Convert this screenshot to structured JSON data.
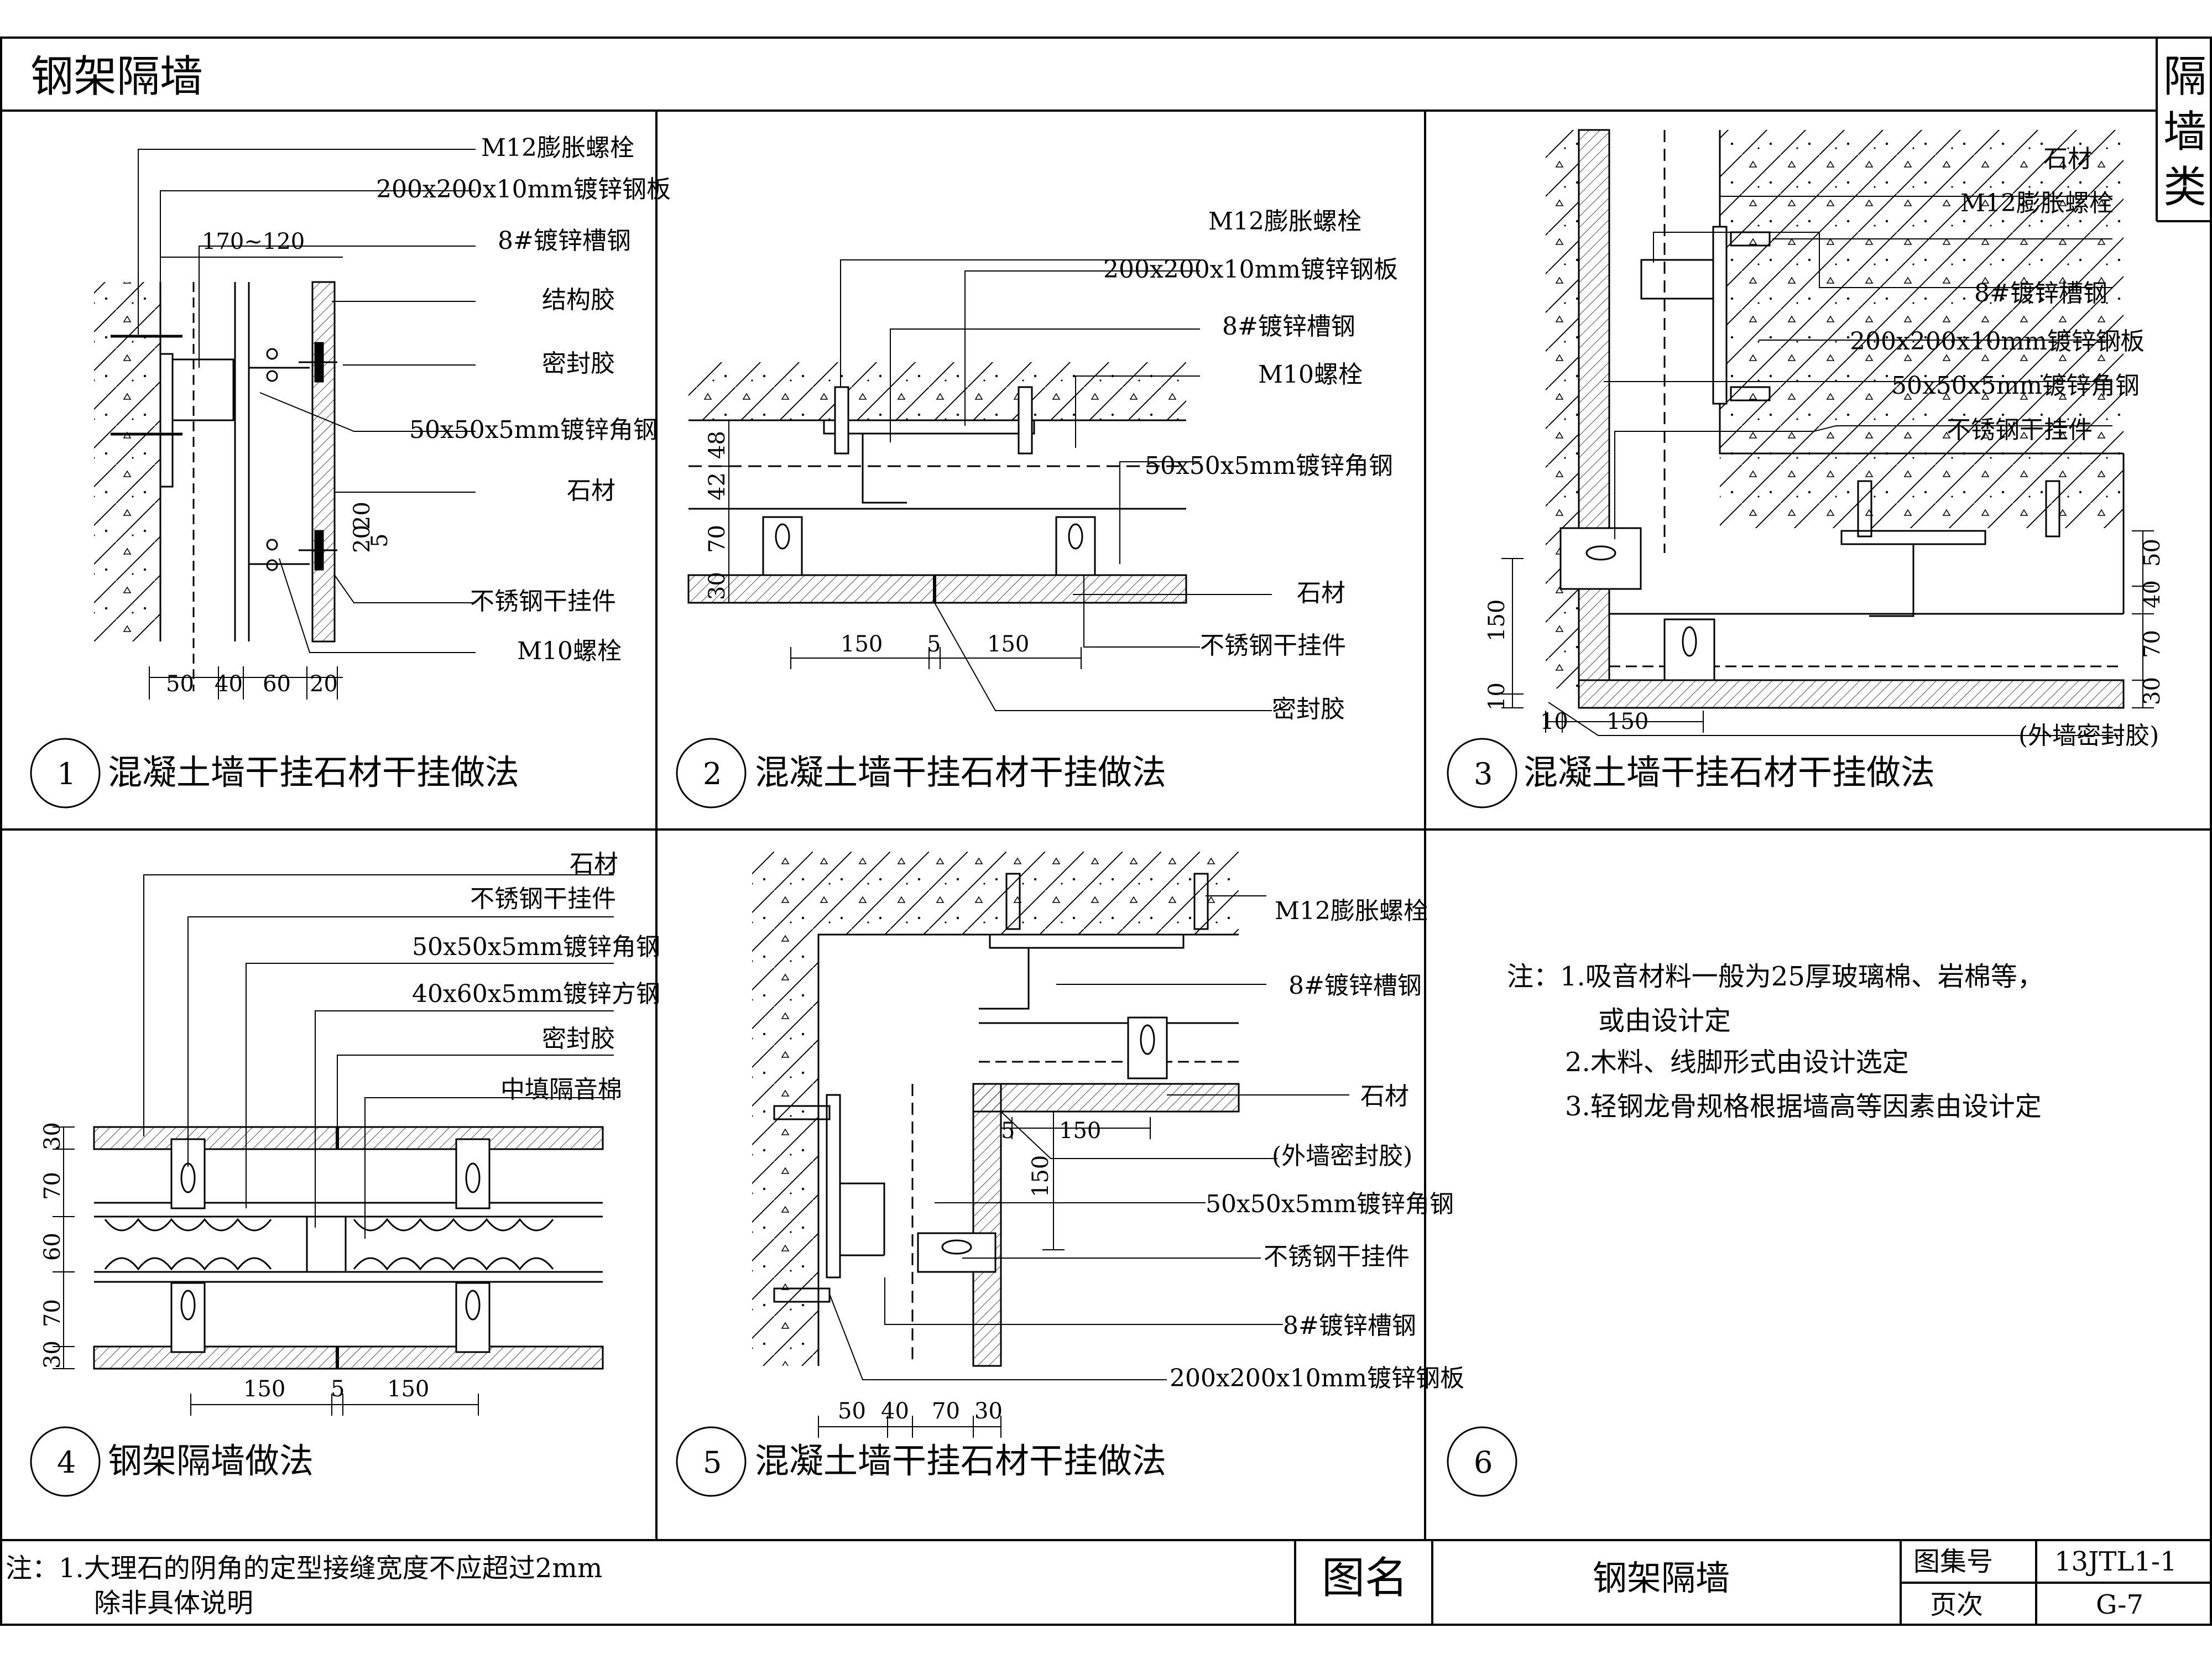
{
  "sheet": {
    "title": "钢架隔墙",
    "category": "隔墙类",
    "title_block": {
      "drawing_name_label": "图名",
      "drawing_name": "钢架隔墙",
      "atlas_no_label": "图集号",
      "atlas_no": "13JTL1-1",
      "page_label": "页次",
      "page": "G-7"
    },
    "bottom_note": {
      "line1": "注：1.大理石的阴角的定型接缝宽度不应超过2mm",
      "line2": "除非具体说明"
    }
  },
  "details": [
    {
      "number": "1",
      "title": "混凝土墙干挂石材干挂做法",
      "labels": [
        "M12膨胀螺栓",
        "200x200x10mm镀锌钢板",
        "8#镀锌槽钢",
        "结构胶",
        "密封胶",
        "50x50x5mm镀锌角钢",
        "石材",
        "不锈钢干挂件",
        "M10螺栓"
      ],
      "dims": {
        "top": "170~120",
        "bottom": [
          "50",
          "40",
          "60",
          "20"
        ],
        "side": [
          "20",
          "20",
          "5"
        ]
      }
    },
    {
      "number": "2",
      "title": "混凝土墙干挂石材干挂做法",
      "labels": [
        "M12膨胀螺栓",
        "200x200x10mm镀锌钢板",
        "8#镀锌槽钢",
        "M10螺栓",
        "50x50x5mm镀锌角钢",
        "石材",
        "不锈钢干挂件",
        "密封胶"
      ],
      "dims": {
        "left": [
          "48",
          "42",
          "70",
          "30"
        ],
        "bottom": [
          "150",
          "5",
          "150"
        ]
      }
    },
    {
      "number": "3",
      "title": "混凝土墙干挂石材干挂做法",
      "labels": [
        "石材",
        "M12膨胀螺栓",
        "8#镀锌槽钢",
        "200x200x10mm镀锌钢板",
        "50x50x5mm镀锌角钢",
        "不锈钢干挂件",
        "(外墙密封胶)"
      ],
      "dims": {
        "right": [
          "50",
          "40",
          "70",
          "30"
        ],
        "left": [
          "150",
          "10"
        ],
        "bottom": [
          "10",
          "150"
        ]
      }
    },
    {
      "number": "4",
      "title": "钢架隔墙做法",
      "labels": [
        "石材",
        "不锈钢干挂件",
        "50x50x5mm镀锌角钢",
        "40x60x5mm镀锌方钢",
        "密封胶",
        "中填隔音棉"
      ],
      "dims": {
        "left": [
          "30",
          "70",
          "60",
          "70",
          "30"
        ],
        "bottom": [
          "150",
          "5",
          "150"
        ]
      }
    },
    {
      "number": "5",
      "title": "混凝土墙干挂石材干挂做法",
      "labels": [
        "M12膨胀螺栓",
        "8#镀锌槽钢",
        "石材",
        "(外墙密封胶)",
        "50x50x5mm镀锌角钢",
        "不锈钢干挂件",
        "8#镀锌槽钢",
        "200x200x10mm镀锌钢板"
      ],
      "dims": {
        "inner": [
          "5",
          "150",
          "150"
        ],
        "bottom": [
          "50",
          "40",
          "70",
          "30"
        ]
      }
    },
    {
      "number": "6",
      "title": "",
      "notes": [
        "注：1.吸音材料一般为25厚玻璃棉、岩棉等，",
        "或由设计定",
        "2.木料、线脚形式由设计选定",
        "3.轻钢龙骨规格根据墙高等因素由设计定"
      ]
    }
  ]
}
